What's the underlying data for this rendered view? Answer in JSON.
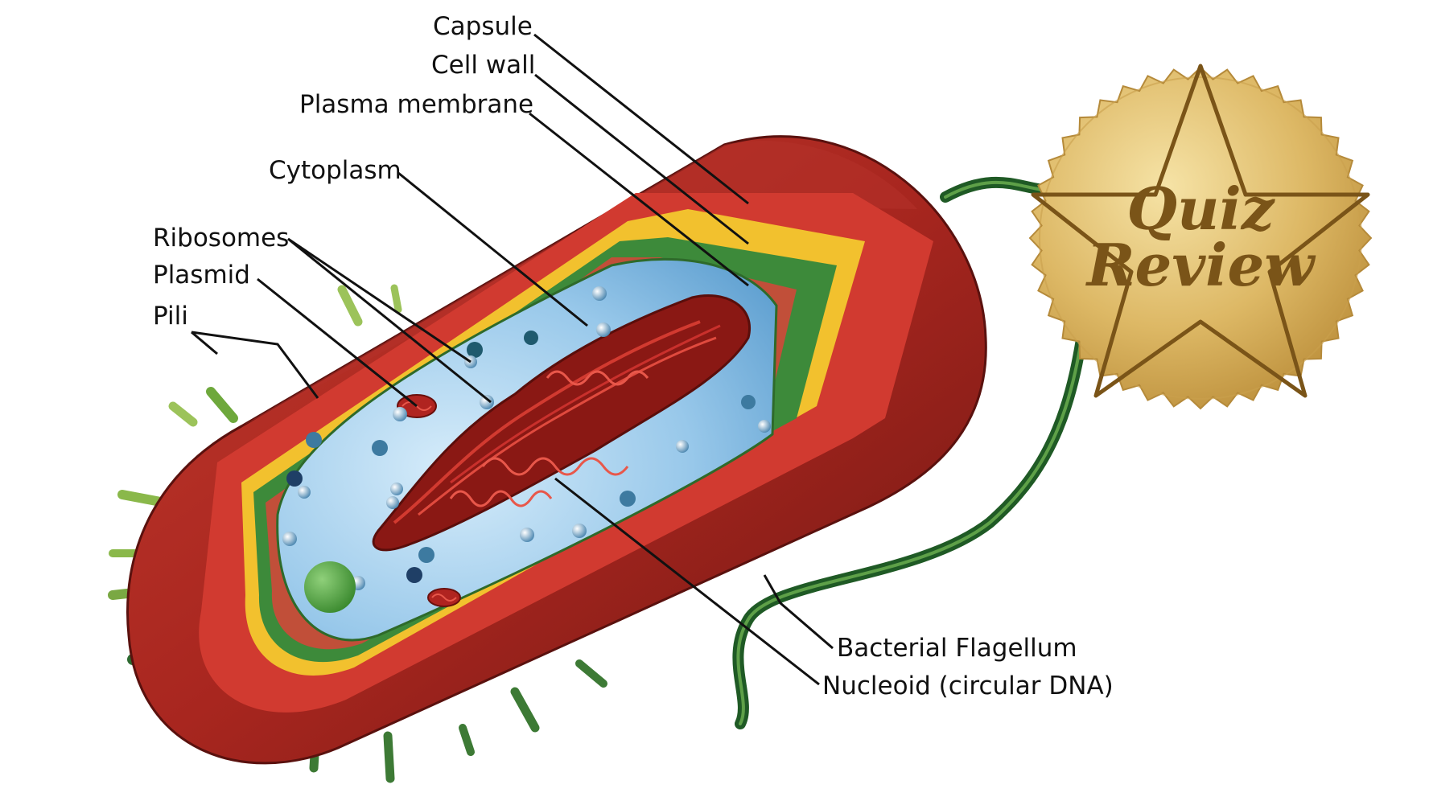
{
  "labels": {
    "capsule": "Capsule",
    "cell_wall": "Cell wall",
    "plasma_membrane": "Plasma membrane",
    "cytoplasm": "Cytoplasm",
    "ribosomes": "Ribosomes",
    "plasmid": "Plasmid",
    "pili": "Pili",
    "flagellum": "Bacterial Flagellum",
    "nucleoid": "Nucleoid (circular DNA)"
  },
  "seal": {
    "line1": "Quiz",
    "line2": "Review"
  },
  "colors": {
    "capsule": "#c9302c",
    "capsule_dark": "#8a1f1a",
    "cell_wall": "#f2c12e",
    "membrane": "#3d8a3a",
    "cytoplasm": "#9fd0ef",
    "dna": "#a8201c",
    "pili": "#3d7a35",
    "gold": "#d9b45a"
  }
}
